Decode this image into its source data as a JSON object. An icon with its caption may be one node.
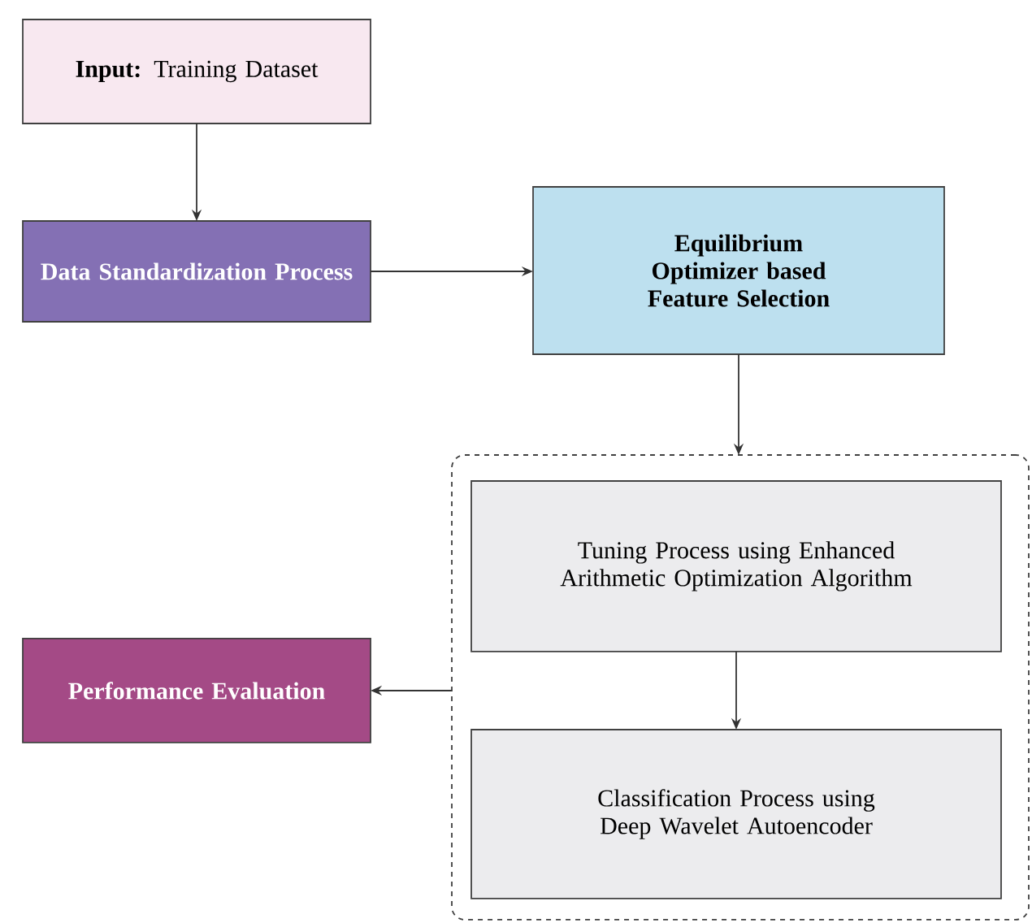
{
  "diagram": {
    "nodes": [
      {
        "text": [
          "**Input:** Training Dataset"
        ]
      },
      {
        "text": [
          "Data Standardization Process"
        ]
      },
      {
        "text": [
          "Equilibrium Optimizer based Feature Selection"
        ]
      },
      {
        "text": [],
        "shape": "box"
      },
      {
        "text": [
          "Tuning Process using Enhanced Arithmetic Optimization Algorithm"
        ],
        "in": 3
      },
      {
        "text": [
          "Classification Process using Deep Wavelet Autoencoder"
        ],
        "in": 3
      },
      {
        "text": [
          "Performance Evaluation"
        ]
      }
    ],
    "edges": [
      {
        "from": 0,
        "to": 1,
        "arrow": "to"
      },
      {
        "from": 1,
        "to": 2,
        "arrow": "to"
      },
      {
        "from": 2,
        "to": 3,
        "arrow": "to"
      },
      {
        "from": 4,
        "to": 5,
        "arrow": "to"
      },
      {
        "from": 3,
        "to": 6,
        "arrow": "to"
      }
    ]
  }
}
